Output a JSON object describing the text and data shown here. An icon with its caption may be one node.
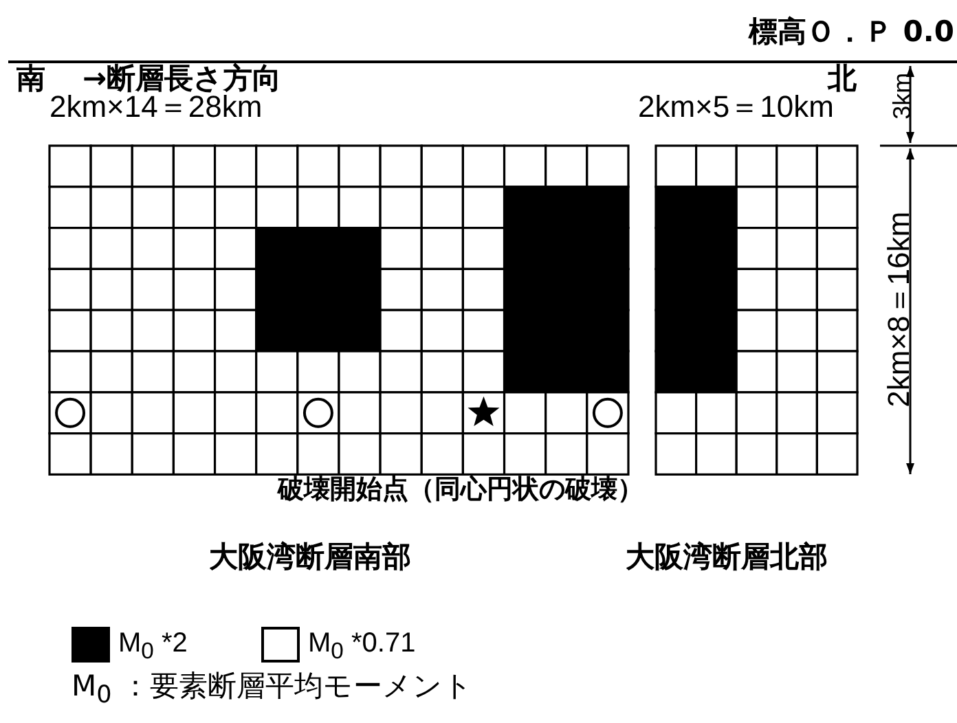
{
  "diagram": {
    "labels": [
      "標高Ｏ．Ｐ 0.0",
      "南",
      "→断層長さ方向",
      "北",
      "2km×14＝28km",
      "2km×5＝10km",
      "3km",
      "2km×8＝16km",
      "破壊開始点（同心円状の破壊）",
      "大阪湾断層南部",
      "大阪湾断層北部",
      "M$_{0}$ ：要素断層平均モーメント"
    ],
    "legend": [
      {
        "text": "M$_{0}$ *2",
        "color": "#000000"
      },
      {
        "text": "M$_{0}$ *0.71",
        "color": "#ffffff"
      }
    ]
  }
}
